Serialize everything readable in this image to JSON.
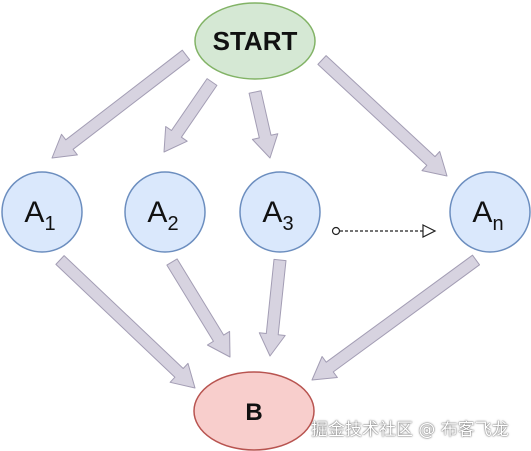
{
  "colors": {
    "start_fill": "#d5e8d4",
    "start_stroke": "#82b366",
    "a_fill": "#dae8fc",
    "a_stroke": "#6c8ebf",
    "b_fill": "#f8cecc",
    "b_stroke": "#b85450",
    "arrow_fill": "#d7d3e0",
    "arrow_stroke": "#a39db4",
    "dashed": "#222222"
  },
  "nodes": {
    "start": {
      "label": "START"
    },
    "a1": {
      "main": "A",
      "sub": "1"
    },
    "a2": {
      "main": "A",
      "sub": "2"
    },
    "a3": {
      "main": "A",
      "sub": "3"
    },
    "an": {
      "main": "A",
      "sub": "n"
    },
    "b": {
      "label": "B"
    }
  },
  "watermark": "掘金技术社区 @ 布客飞龙"
}
